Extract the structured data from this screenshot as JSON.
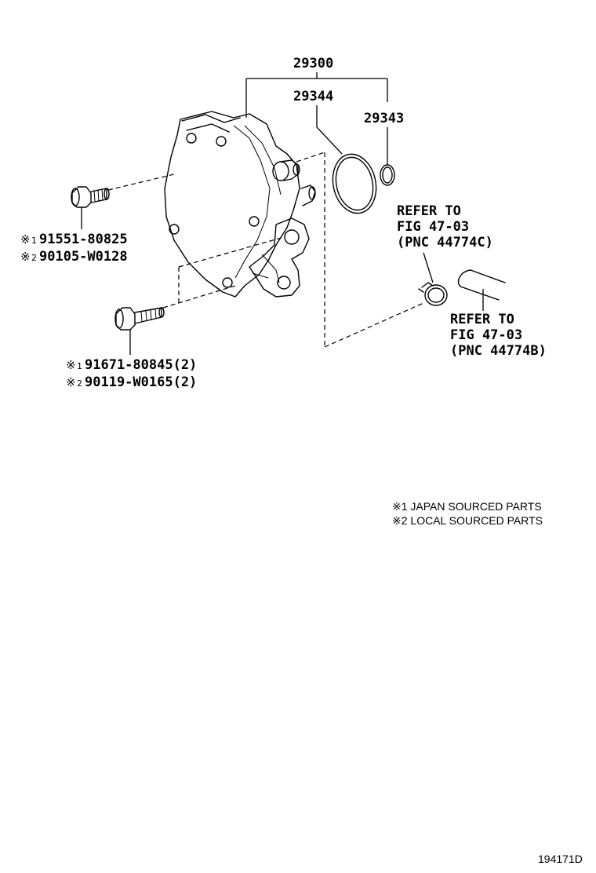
{
  "callouts": {
    "assembly": "29300",
    "oring_large": "29344",
    "oring_small": "29343"
  },
  "refer_c": {
    "line1": "REFER TO",
    "line2": "FIG 47-03",
    "line3": "(PNC 44774C)"
  },
  "refer_b": {
    "line1": "REFER TO",
    "line2": "FIG 47-03",
    "line3": "(PNC 44774B)"
  },
  "bolt_upper": {
    "row1": {
      "mark": "※",
      "num": "1",
      "part": "91551-80825"
    },
    "row2": {
      "mark": "※",
      "num": "2",
      "part": "90105-W0128"
    }
  },
  "bolt_lower": {
    "row1": {
      "mark": "※",
      "num": "1",
      "part": "91671-80845(2)"
    },
    "row2": {
      "mark": "※",
      "num": "2",
      "part": "90119-W0165(2)"
    }
  },
  "legend": {
    "line1": "※1 JAPAN SOURCED PARTS",
    "line2": "※2 LOCAL SOURCED PARTS"
  },
  "figure_id": "194171D"
}
